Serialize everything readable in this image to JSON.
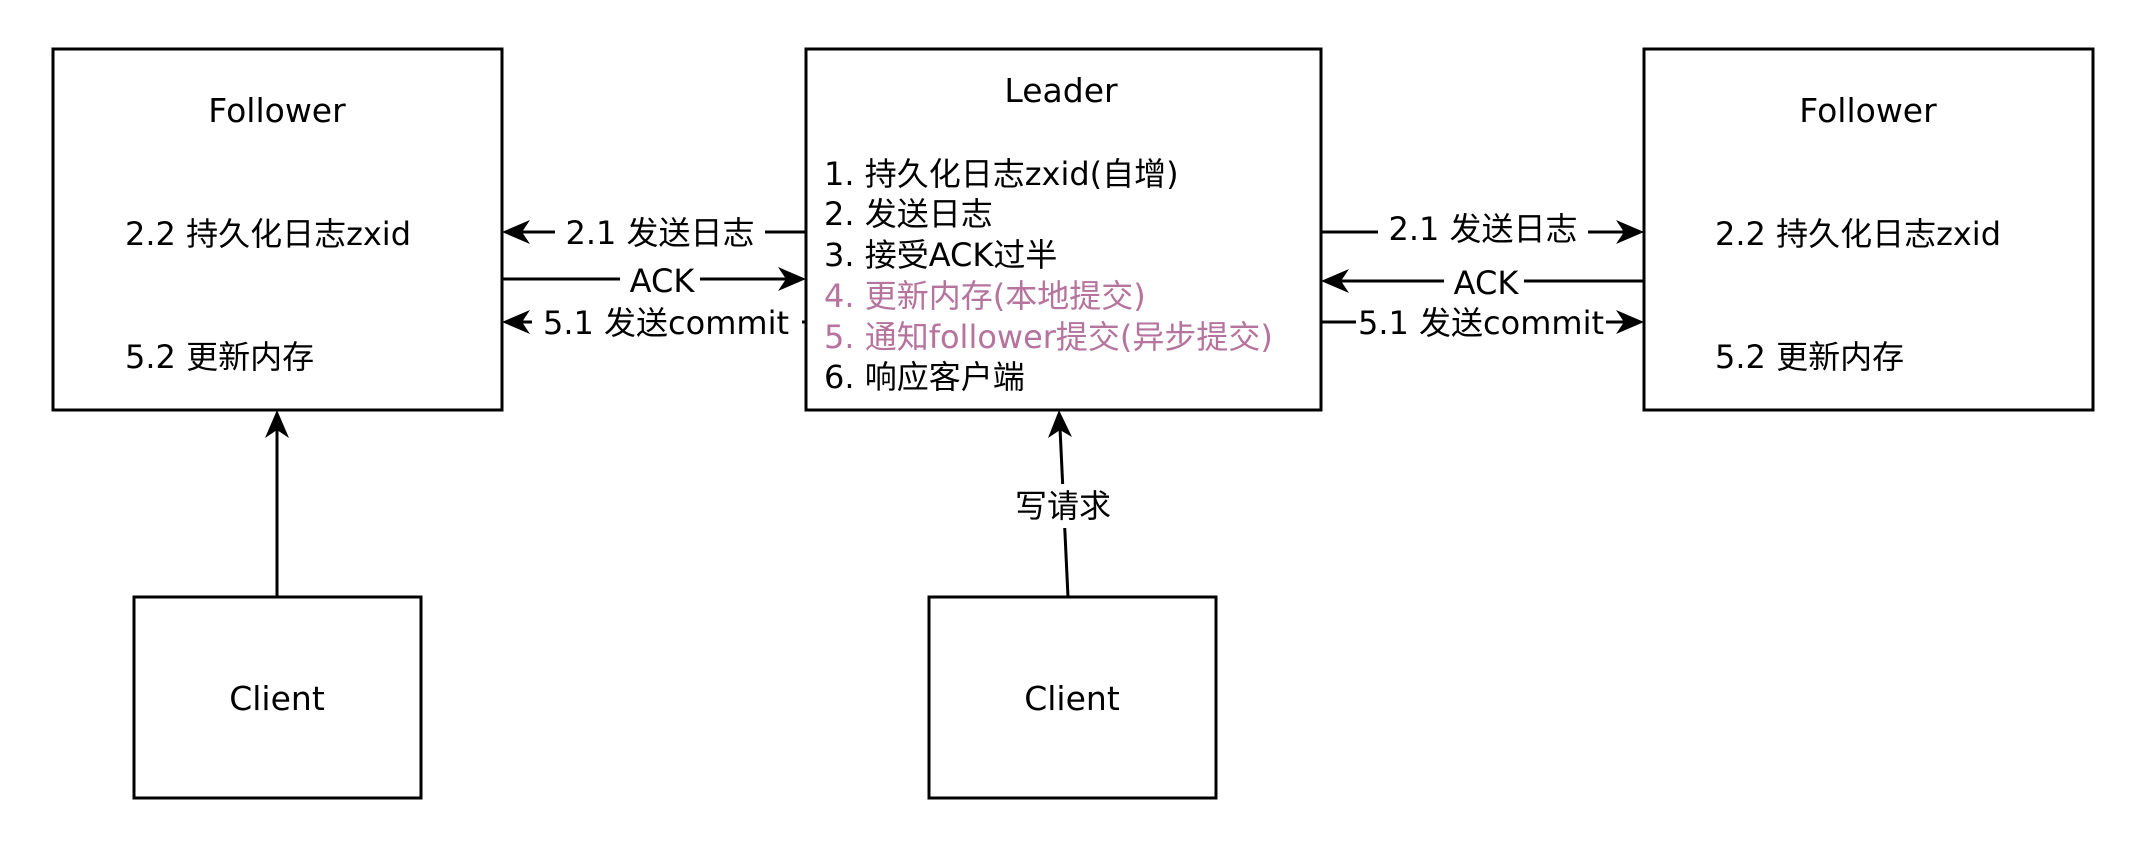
{
  "nodes": {
    "follower_left": {
      "title": "Follower",
      "line1": "2.2 持久化日志zxid",
      "line2": "5.2 更新内存"
    },
    "leader": {
      "title": "Leader",
      "steps": [
        {
          "text": "1. 持久化日志zxid(自增)",
          "highlight": false
        },
        {
          "text": "2. 发送日志",
          "highlight": false
        },
        {
          "text": "3. 接受ACK过半",
          "highlight": false
        },
        {
          "text": "4. 更新内存(本地提交)",
          "highlight": true
        },
        {
          "text": "5. 通知follower提交(异步提交)",
          "highlight": true
        },
        {
          "text": "6. 响应客户端",
          "highlight": false
        }
      ]
    },
    "follower_right": {
      "title": "Follower",
      "line1": "2.2 持久化日志zxid",
      "line2": "5.2 更新内存"
    },
    "client_left": {
      "title": "Client"
    },
    "client_center": {
      "title": "Client"
    }
  },
  "edges": {
    "send_log": "2.1 发送日志",
    "ack": "ACK",
    "send_commit": "5.1 发送commit",
    "write_request": "写请求"
  },
  "colors": {
    "highlight": "#b5739d",
    "stroke": "#000000"
  }
}
